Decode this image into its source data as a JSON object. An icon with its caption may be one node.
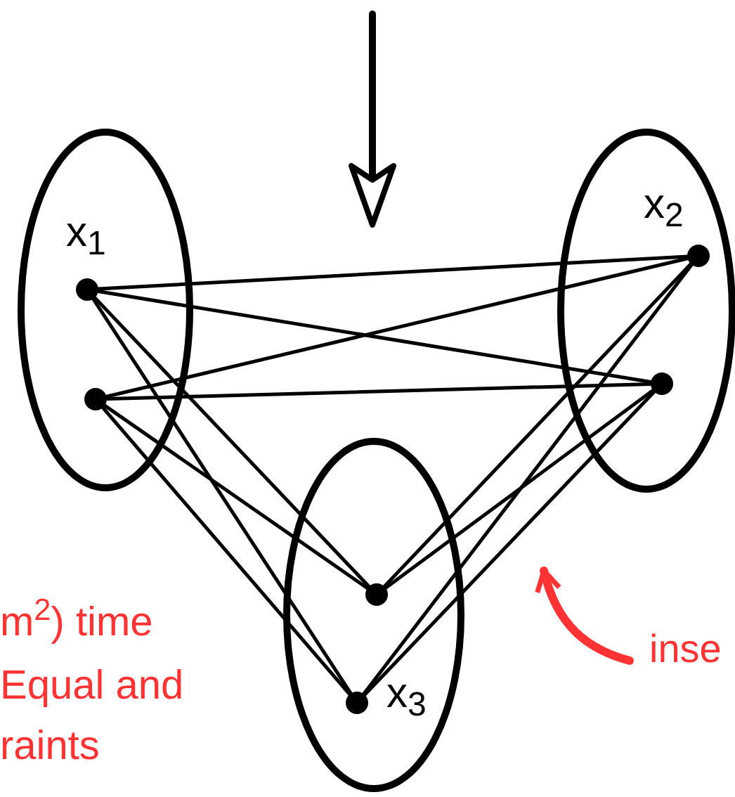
{
  "diagram": {
    "nodes": [
      {
        "text": [
          "x$_{1}$"
        ]
      },
      {
        "text": [],
        "shape": "circle",
        "in": 0
      },
      {
        "text": [],
        "shape": "circle",
        "in": 0
      },
      {
        "text": [
          "x$_{2}$"
        ]
      },
      {
        "text": [],
        "shape": "circle",
        "in": 3
      },
      {
        "text": [],
        "shape": "circle",
        "in": 3
      },
      {
        "text": [
          "x$_{3}$"
        ]
      },
      {
        "text": [],
        "shape": "circle",
        "in": 6
      },
      {
        "text": [],
        "shape": "circle",
        "in": 6
      },
      {
        "text": [
          "inse"
        ]
      }
    ],
    "edges": [
      {
        "from": 1,
        "to": 4,
        "arrow": "none"
      },
      {
        "from": 1,
        "to": 5,
        "arrow": "none"
      },
      {
        "from": 2,
        "to": 4,
        "arrow": "none"
      },
      {
        "from": 2,
        "to": 5,
        "arrow": "none"
      },
      {
        "from": 1,
        "to": 7,
        "arrow": "none"
      },
      {
        "from": 1,
        "to": 8,
        "arrow": "none"
      },
      {
        "from": 2,
        "to": 7,
        "arrow": "none"
      },
      {
        "from": 2,
        "to": 8,
        "arrow": "none"
      },
      {
        "from": 4,
        "to": 7,
        "arrow": "none"
      },
      {
        "from": 4,
        "to": 8,
        "arrow": "none"
      },
      {
        "from": 5,
        "to": 7,
        "arrow": "none"
      },
      {
        "from": 5,
        "to": 8,
        "arrow": "none"
      },
      {
        "from": 9,
        "to": null,
        "arrow": "to",
        "color": "#ff3333",
        "style": "thick"
      }
    ],
    "labels": [
      "m$^{2}$) time",
      "Equal and",
      "raints"
    ]
  }
}
